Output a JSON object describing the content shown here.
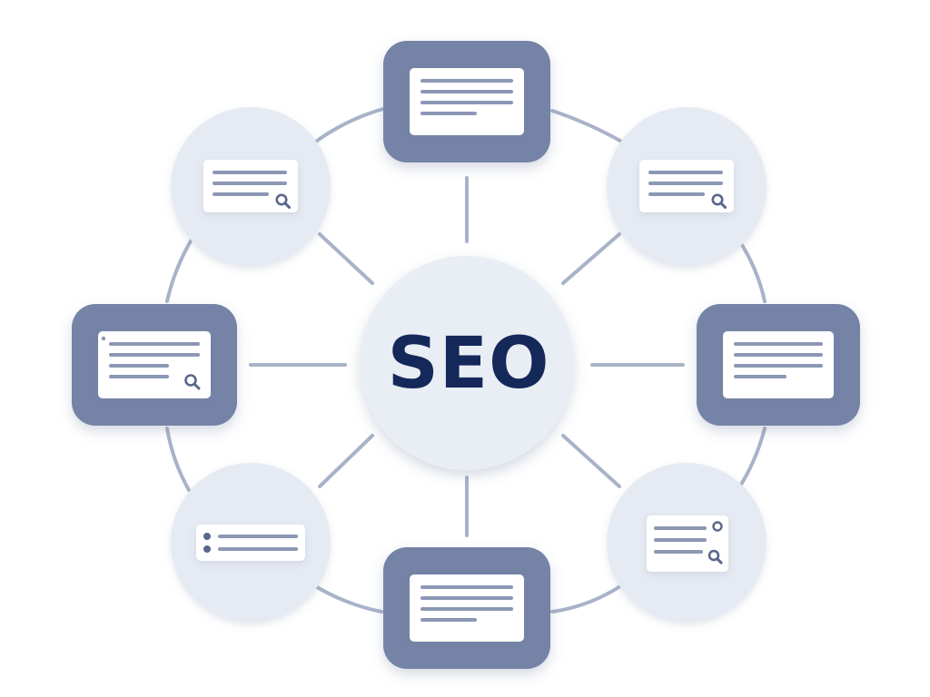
{
  "hub": {
    "label": "SEO"
  },
  "colors": {
    "hub_text": "#14285a",
    "square_node": "#7483a6",
    "round_node": "#e6eaf2",
    "connector": "#a8b3c8",
    "card": "#ffffff",
    "card_line": "#8b97b4",
    "icon": "#5a678a"
  },
  "nodes": [
    {
      "name": "top-node",
      "shape": "square",
      "icon": "none"
    },
    {
      "name": "top-right-node",
      "shape": "round",
      "icon": "search-icon"
    },
    {
      "name": "right-node",
      "shape": "square",
      "icon": "none"
    },
    {
      "name": "bottom-right-node",
      "shape": "round",
      "icon": "search-icon"
    },
    {
      "name": "bottom-node",
      "shape": "square",
      "icon": "none"
    },
    {
      "name": "bottom-left-node",
      "shape": "round",
      "icon": "bullet-list-icon"
    },
    {
      "name": "left-node",
      "shape": "square",
      "icon": "search-icon"
    },
    {
      "name": "top-left-node",
      "shape": "round",
      "icon": "search-icon"
    }
  ]
}
